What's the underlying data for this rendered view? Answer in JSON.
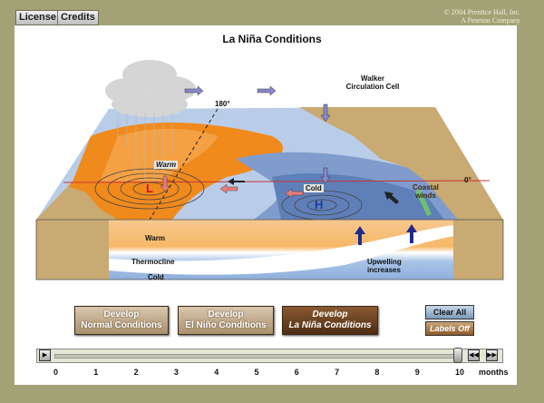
{
  "top_bar": {
    "license_label": "License",
    "credits_label": "Credits",
    "copyright_line1": "© 2004 Prentice Hall, Inc.",
    "copyright_line2": "A Pearson Company"
  },
  "diagram": {
    "title": "La Niña Conditions",
    "labels": {
      "walker_line1": "Walker",
      "walker_line2": "Circulation Cell",
      "longitude_180": "180°",
      "equator": "0°",
      "warm_surface": "Warm",
      "cold_surface": "Cold",
      "low": "L",
      "high": "H",
      "coastal_line1": "Coastal",
      "coastal_line2": "winds",
      "warm_layer": "Warm",
      "thermocline": "Thermocline",
      "cold_layer": "Cold",
      "upwelling_line1": "Upwelling",
      "upwelling_line2": "increases"
    }
  },
  "controls": {
    "normal_line1": "Develop",
    "normal_line2": "Normal Conditions",
    "elnino_line1": "Develop",
    "elnino_line2": "El Niño Conditions",
    "lanina_line1": "Develop",
    "lanina_line2": "La Niña Conditions",
    "clear_all": "Clear All",
    "labels_off": "Labels Off"
  },
  "timeline": {
    "ticks": [
      "0",
      "1",
      "2",
      "3",
      "4",
      "5",
      "6",
      "7",
      "8",
      "9",
      "10"
    ],
    "unit": "months",
    "current_value": 10,
    "max_value": 10
  },
  "colors": {
    "warm_orange": "#f08a1c",
    "cold_blue": "#7f9ccd",
    "land": "#c8aa72",
    "frame": "#a3a276"
  }
}
